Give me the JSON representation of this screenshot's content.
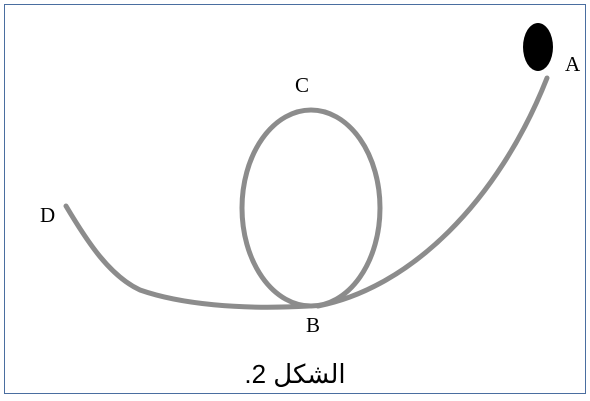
{
  "labels": {
    "a": "A",
    "b": "B",
    "c": "C",
    "d": "D"
  },
  "caption": "الشكل 2.",
  "colors": {
    "track": "#8c8c8c",
    "ball": "#000000",
    "frame": "#4a6ea0"
  }
}
